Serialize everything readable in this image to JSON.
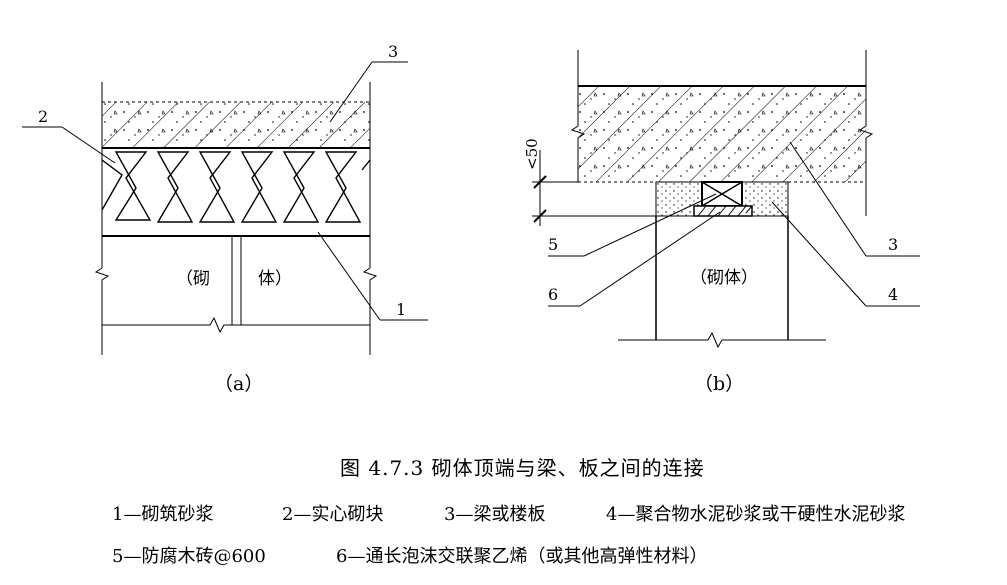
{
  "figure": {
    "title": "图 4.7.3   砌体顶端与梁、板之间的连接",
    "panel_a": {
      "caption": "（a）",
      "masonry_left": "（砌",
      "masonry_right": "体）",
      "callouts": {
        "n1": "1",
        "n2": "2",
        "n3": "3"
      }
    },
    "panel_b": {
      "caption": "（b）",
      "masonry": "（砌体）",
      "dimension": "<50",
      "callouts": {
        "n3": "3",
        "n4": "4",
        "n5": "5",
        "n6": "6"
      }
    },
    "legend": [
      "1—砌筑砂浆",
      "2—实心砌块",
      "3—梁或楼板",
      "4—聚合物水泥砂浆或干硬性水泥砂浆",
      "5—防腐木砖@600",
      "6—通长泡沫交联聚乙烯（或其他高弹性材料）"
    ]
  }
}
